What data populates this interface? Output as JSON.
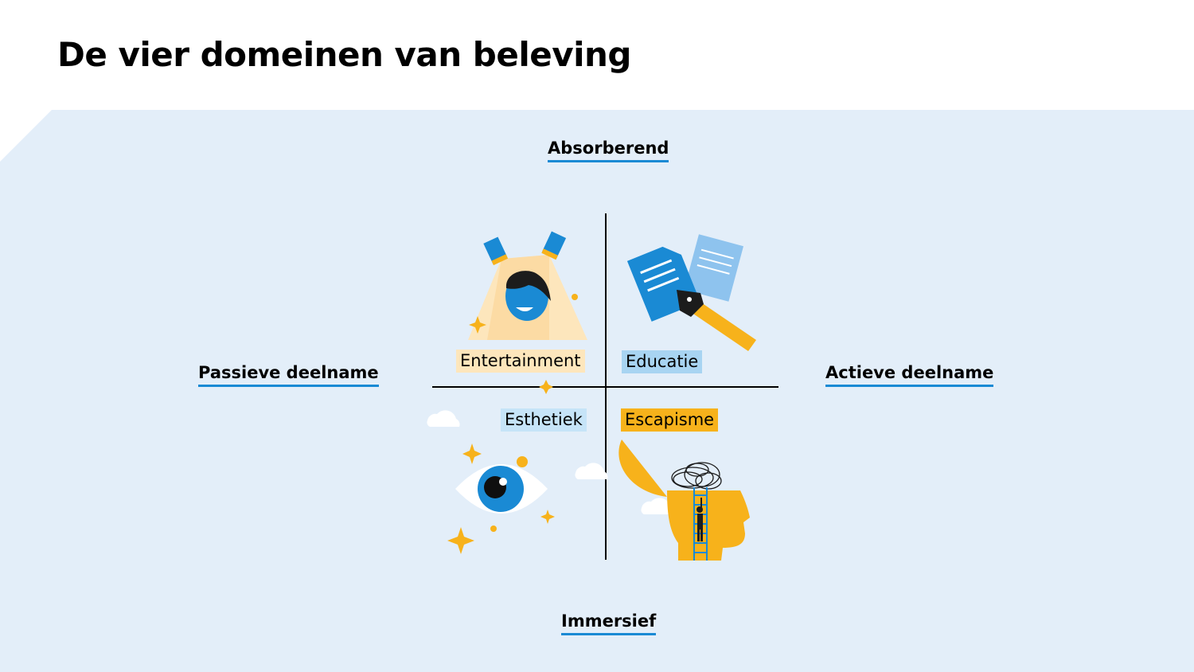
{
  "title": "De vier domeinen van beleving",
  "axes": {
    "top": "Absorberend",
    "bottom": "Immersief",
    "left": "Passieve deelname",
    "right": "Actieve deelname"
  },
  "quadrants": [
    {
      "label": "Entertainment",
      "color": "#fde6bc",
      "icon": "spotlight-performer-icon"
    },
    {
      "label": "Educatie",
      "color": "#a8d4f2",
      "icon": "documents-pen-icon"
    },
    {
      "label": "Esthetiek",
      "color": "#c6e4f8",
      "icon": "eye-icon"
    },
    {
      "label": "Escapisme",
      "color": "#f7b21b",
      "icon": "open-head-ladder-icon"
    }
  ],
  "colors": {
    "background_panel": "#e3eef9",
    "accent_blue": "#1a8ad4",
    "accent_yellow": "#f7b21b"
  }
}
